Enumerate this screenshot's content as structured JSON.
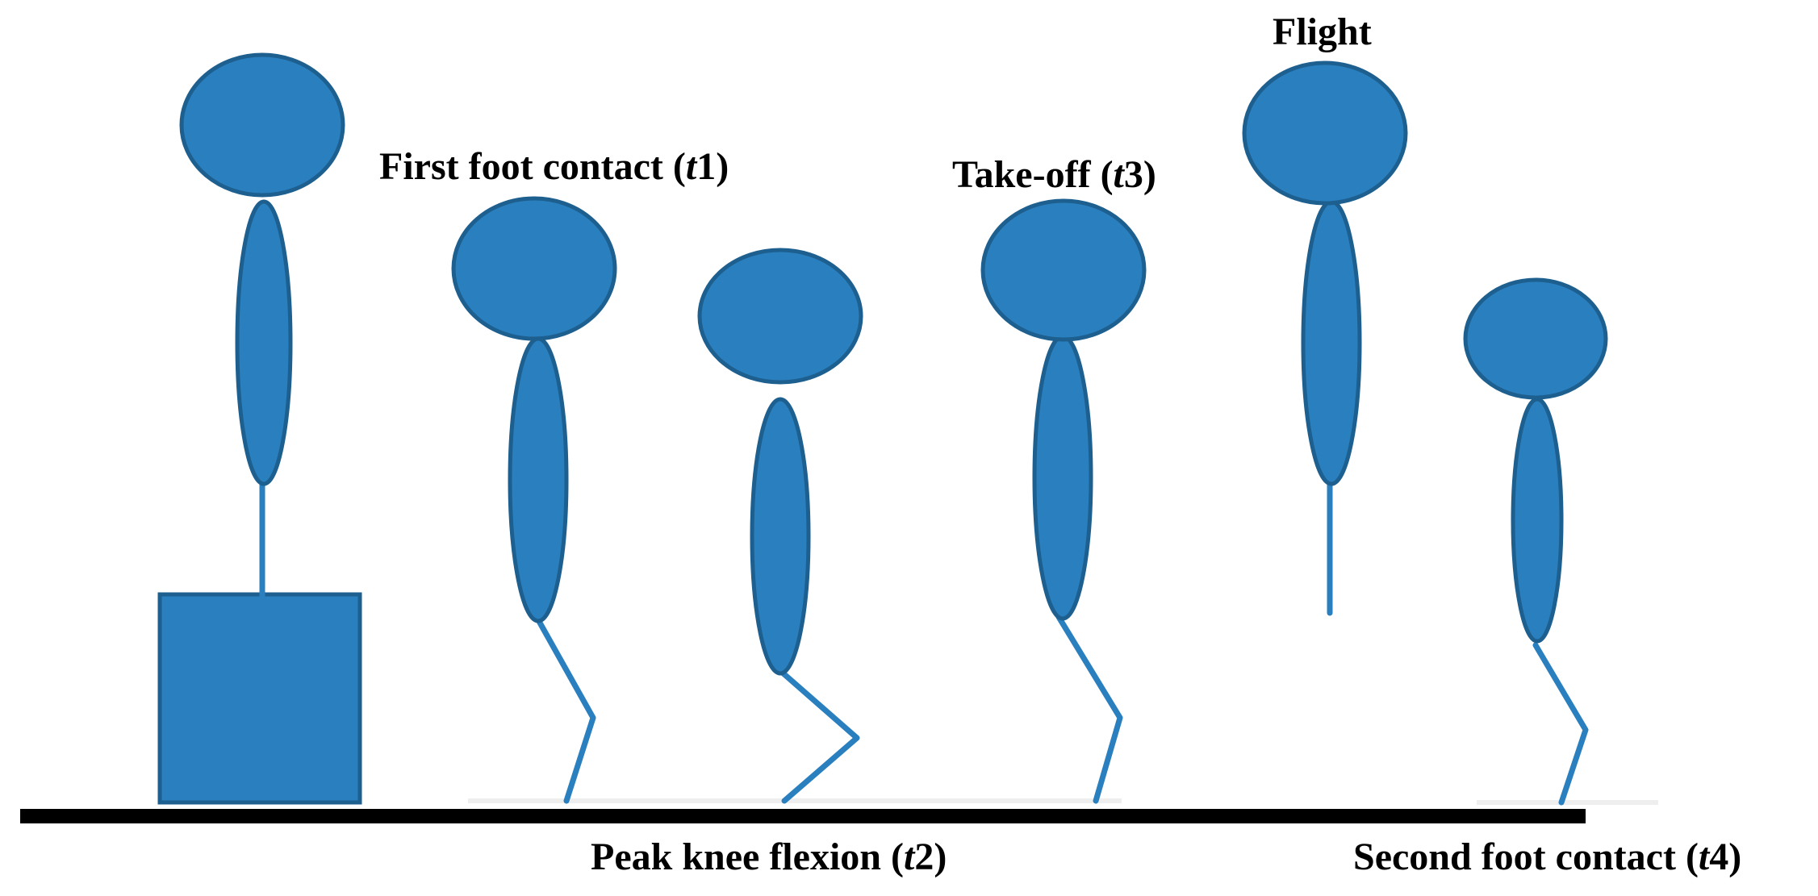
{
  "colors": {
    "figure_fill": "#2a7fbf",
    "figure_stroke": "#1d5f8f",
    "ground": "#000000",
    "text": "#000000"
  },
  "labels": {
    "first_contact": {
      "main": "First foot contact (",
      "var": "t",
      "num": "1",
      "close": ")"
    },
    "peak_flexion": {
      "main": "Peak knee flexion (",
      "var": "t",
      "num": "2",
      "close": ")"
    },
    "takeoff": {
      "main": "Take-off (",
      "var": "t",
      "num": "3",
      "close": ")"
    },
    "flight": {
      "main": "Flight"
    },
    "second_contact": {
      "main": "Second foot contact (",
      "var": "t",
      "num": "4",
      "close": ")"
    }
  }
}
